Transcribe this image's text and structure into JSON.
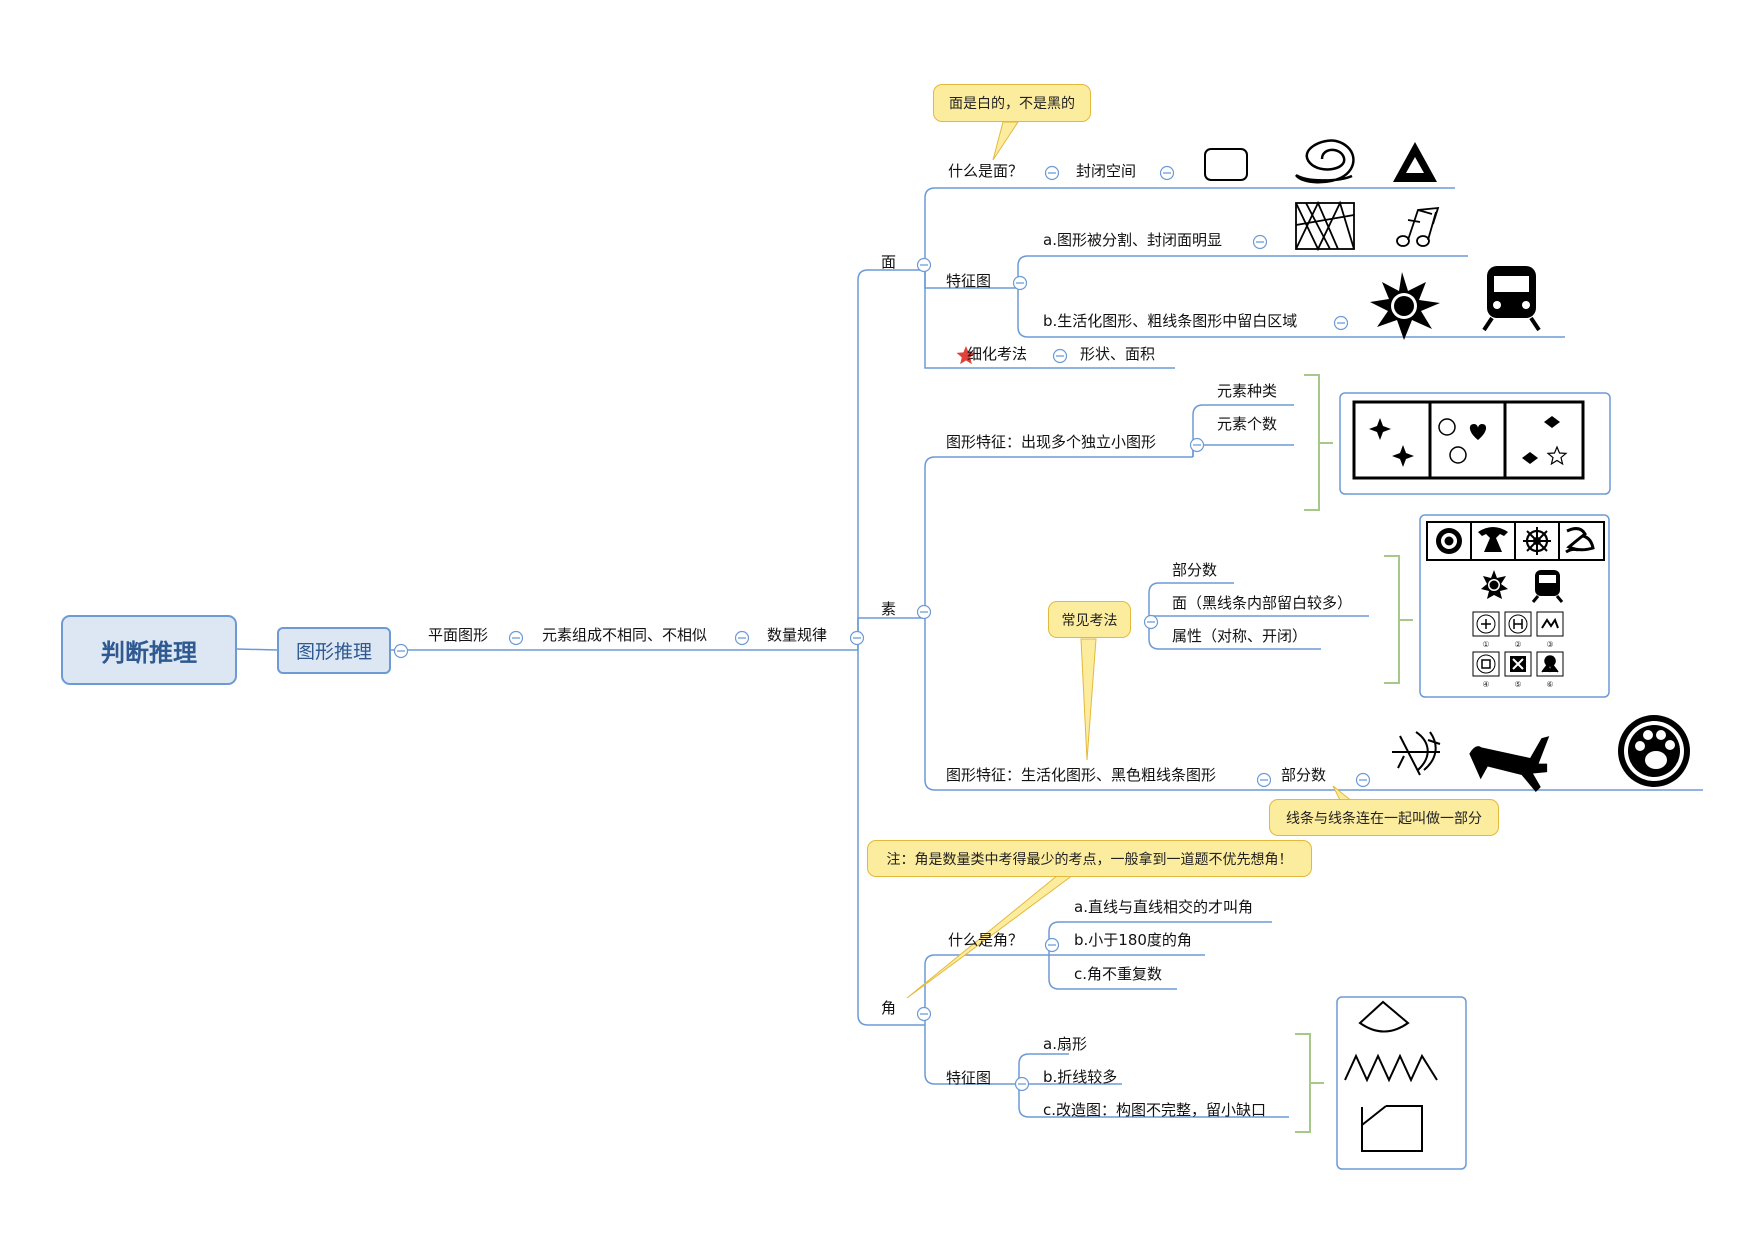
{
  "colors": {
    "line": "#6b9ad6",
    "callout_bg": "#fcec9e",
    "callout_border": "#e3b93c",
    "bracket": "#a6c98a",
    "root_fill": "#dde7f3",
    "root_text": "#2e5a91"
  },
  "root": {
    "label": "判断推理"
  },
  "subtopic": {
    "label": "图形推理"
  },
  "branch": {
    "plane": "平面图形",
    "elements": "元素组成不相同、不相似",
    "quantity": "数量规律"
  },
  "mian": {
    "label": "面",
    "what_is": "什么是面？",
    "closed_space": "封闭空间",
    "callout": "面是白的，不是黑的",
    "feature": "特征图",
    "feature_a": "a.图形被分割、封闭面明显",
    "feature_b": "b.生活化图形、粗线条图形中留白区域",
    "refine": "细化考法",
    "shape_area": "形状、面积",
    "star_icon": "star-icon"
  },
  "su": {
    "label": "素",
    "feature1": "图形特征：出现多个独立小图形",
    "type": "元素种类",
    "count": "元素个数",
    "common": "常见考法",
    "parts": "部分数",
    "face": "面（黑线条内部留白较多）",
    "attr": "属性（对称、开闭）",
    "feature2": "图形特征：生活化图形、黑色粗线条图形",
    "parts2": "部分数",
    "callout_parts": "线条与线条连在一起叫做一部分",
    "figure_nums": [
      "①",
      "②",
      "③",
      "④",
      "⑤",
      "⑥"
    ]
  },
  "jiao": {
    "label": "角",
    "note": "注：角是数量类中考得最少的考点，一般拿到一道题不优先想角！",
    "what_is": "什么是角？",
    "def_a": "a.直线与直线相交的才叫角",
    "def_b": "b.小于180度的角",
    "def_c": "c.角不重复数",
    "feature": "特征图",
    "feat_a": "a.扇形",
    "feat_b": "b.折线较多",
    "feat_c": "c.改造图：构图不完整，留小缺口"
  }
}
